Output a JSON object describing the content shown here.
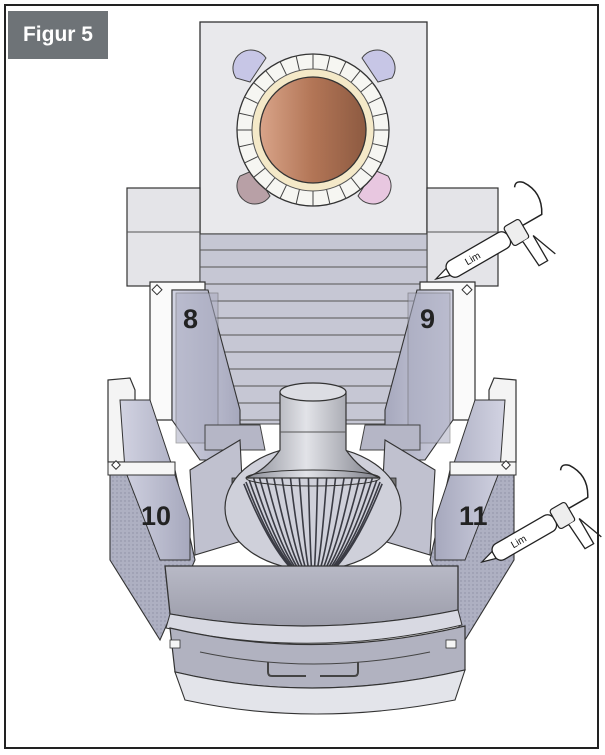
{
  "figure": {
    "label": "Figur 5"
  },
  "parts": [
    {
      "id": "8",
      "label": "8"
    },
    {
      "id": "9",
      "label": "9"
    },
    {
      "id": "10",
      "label": "10"
    },
    {
      "id": "11",
      "label": "11"
    }
  ],
  "glue_gun": {
    "label": "Lim"
  },
  "colors": {
    "panel": "#c9cad8",
    "panel_dark": "#9ea0b4",
    "label_bg": "#6e7377",
    "pipe_copper": "#b97b5c",
    "lavender": "#b9b8e6"
  }
}
